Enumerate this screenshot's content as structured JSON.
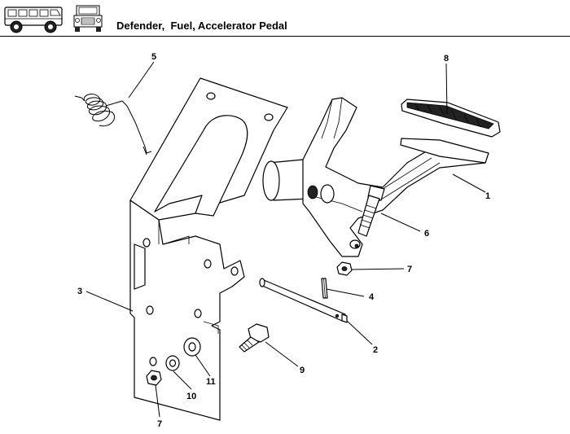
{
  "header": {
    "title": "Defender,  Fuel, Accelerator Pedal"
  },
  "callouts": {
    "c1": "1",
    "c2": "2",
    "c3": "3",
    "c4": "4",
    "c5": "5",
    "c6": "6",
    "c7a": "7",
    "c7b": "7",
    "c8": "8",
    "c9": "9",
    "c10": "10",
    "c11": "11"
  }
}
